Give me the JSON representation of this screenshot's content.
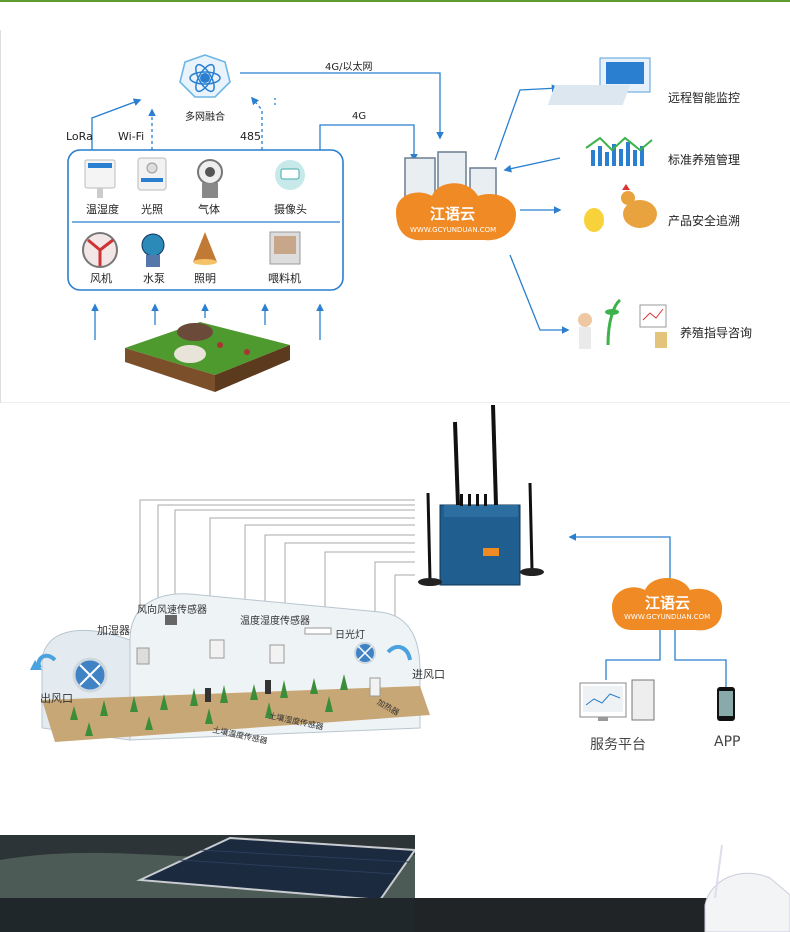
{
  "top": {
    "hub_label": "多网融合",
    "link_4g_wan": "4G/以太网",
    "link_4g": "4G",
    "link_lora": "LoRa",
    "link_wifi": "Wi-Fi",
    "link_485": "485",
    "sensors": [
      "温湿度",
      "光照",
      "气体",
      "摄像头"
    ],
    "actuators": [
      "风机",
      "水泵",
      "照明",
      "喂料机"
    ],
    "cloud_name": "江语云",
    "cloud_url": "WWW.GCYUNDUAN.COM",
    "services": [
      "远程智能监控",
      "标准养殖管理",
      "产品安全追溯",
      "养殖指导咨询"
    ]
  },
  "greenhouse": {
    "labels": {
      "humidifier": "加湿器",
      "wind_sensor": "风向风速传感器",
      "temp_hum_sensor": "温度湿度传感器",
      "sun_lamp": "日光灯",
      "outlet": "出风口",
      "inlet": "进风口",
      "soil_humidity": "土壤湿度传感器",
      "soil_temp": "土壤温度传感器",
      "heater": "加热器"
    },
    "cloud_name": "江语云",
    "cloud_url": "WWW.GCYUNDUAN.COM",
    "platform": "服务平台",
    "app": "APP"
  },
  "colors": {
    "line_blue": "#2a7fd0",
    "cloud_orange": "#f08a24",
    "top_green": "#5b9b2f"
  }
}
